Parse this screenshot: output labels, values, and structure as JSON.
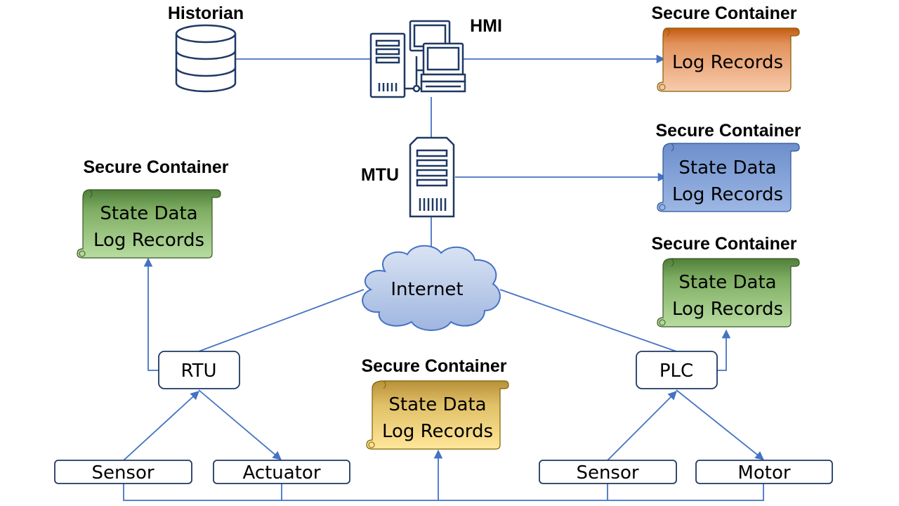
{
  "labels": {
    "historian": "Historian",
    "hmi": "HMI",
    "mtu": "MTU",
    "internet": "Internet",
    "rtu": "RTU",
    "plc": "PLC",
    "sensor_left": "Sensor",
    "actuator": "Actuator",
    "sensor_right": "Sensor",
    "motor": "Motor"
  },
  "containers": {
    "top_right": {
      "title": "Secure Container",
      "line1": "Log Records",
      "line2": ""
    },
    "mid_right": {
      "title": "Secure Container",
      "line1": "State Data",
      "line2": "Log Records"
    },
    "left": {
      "title": "Secure Container",
      "line1": "State Data",
      "line2": "Log Records"
    },
    "plc_right": {
      "title": "Secure Container",
      "line1": "State Data",
      "line2": "Log Records"
    },
    "bottom": {
      "title": "Secure Container",
      "line1": "State Data",
      "line2": "Log Records"
    }
  },
  "colors": {
    "line": "#4472c4",
    "icon_stroke": "#1f3864",
    "scroll_orange": "#f4b183",
    "scroll_blue": "#8faadc",
    "scroll_green": "#a9d18e",
    "scroll_gold": "#ffd966",
    "cloud": "#b4c7e7"
  }
}
